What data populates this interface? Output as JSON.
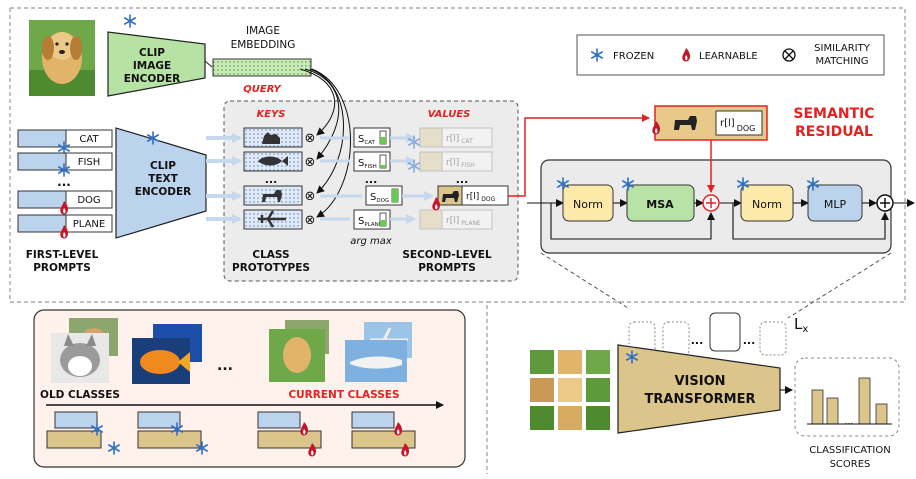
{
  "encoders": {
    "image_line1": "CLIP",
    "image_line2": "IMAGE",
    "image_line3": "ENCODER",
    "text_line1": "CLIP",
    "text_line2": "TEXT",
    "text_line3": "ENCODER"
  },
  "embedding": {
    "line1": "IMAGE",
    "line2": "EMBEDDING",
    "query": "QUERY"
  },
  "first_level": {
    "prompts": [
      "CAT",
      "FISH",
      "...",
      "DOG",
      "PLANE"
    ],
    "label_line1": "FIRST-LEVEL",
    "label_line2": "PROMPTS"
  },
  "keys_title": "KEYS",
  "values_title": "VALUES",
  "similarity_symbol": "⊗",
  "ellipsis": "...",
  "scores": [
    {
      "main": "S",
      "sub": "CAT"
    },
    {
      "main": "S",
      "sub": "FISH"
    },
    {
      "main": "S",
      "sub": "DOG"
    },
    {
      "main": "S",
      "sub": "PLANE"
    }
  ],
  "argmax": "arg max",
  "values_rows": [
    {
      "main": "r[l]",
      "sub": "CAT"
    },
    {
      "main": "r[l]",
      "sub": "FISH"
    },
    {
      "main": "r[l]",
      "sub": "DOG"
    },
    {
      "main": "r[l]",
      "sub": "PLANE"
    }
  ],
  "class_prototypes": {
    "line1": "CLASS",
    "line2": "PROTOTYPES"
  },
  "second_level": {
    "line1": "SECOND-LEVEL",
    "line2": "PROMPTS"
  },
  "semantic_residual": {
    "line1": "SEMANTIC",
    "line2": "RESIDUAL",
    "residual_main": "r[l]",
    "residual_sub": "DOG"
  },
  "legend": {
    "frozen": "FROZEN",
    "learnable": "LEARNABLE",
    "similarity_line1": "SIMILARITY",
    "similarity_line2": "MATCHING"
  },
  "transformer_block": {
    "norm1": "Norm",
    "msa": "MSA",
    "norm2": "Norm",
    "mlp": "MLP",
    "repeat": "L",
    "repeat_sub": "x"
  },
  "vit": {
    "line1": "VISION",
    "line2": "TRANSFORMER"
  },
  "classification": {
    "line1": "CLASSIFICATION",
    "line2": "SCORES",
    "ellipsis": "..."
  },
  "incremental": {
    "old": "OLD CLASSES",
    "current": "CURRENT CLASSES",
    "ellipsis": "..."
  },
  "colors": {
    "blue_fill": "#bcd3ee",
    "tan_fill": "#dcc58b",
    "green_fill": "#b9e3a6",
    "yellow_fill": "#fde9a9",
    "red": "#e32222",
    "grey_panel": "#ebebeb",
    "pink_panel": "#fff2ec"
  }
}
